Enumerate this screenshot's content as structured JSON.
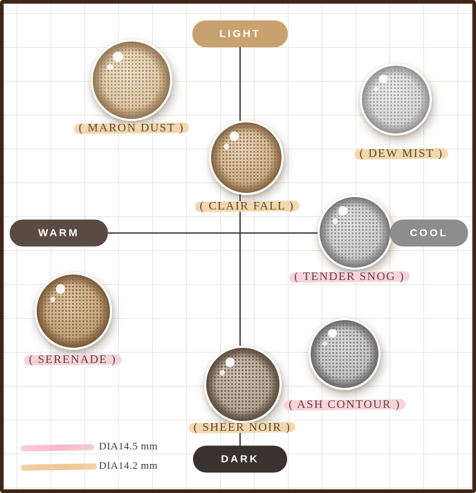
{
  "axes": {
    "light": "LIGHT",
    "dark": "DARK",
    "warm": "WARM",
    "cool": "COOL"
  },
  "colors": {
    "light_badge": "#c8a26e",
    "warm_badge": "#5a4b42",
    "cool_badge": "#8d8d8d",
    "dark_badge": "#39332f",
    "highlight_pink": "#fbd2da",
    "highlight_tan": "#f5d7ad",
    "frame": "#3e2517"
  },
  "products": [
    {
      "name": "MARON DUST",
      "label": "( MARON DUST )",
      "tone": "warm-light",
      "highlight": "tan",
      "dia_mm": "14.2"
    },
    {
      "name": "DEW MIST",
      "label": "( DEW MIST )",
      "tone": "cool-light",
      "highlight": "tan",
      "dia_mm": "14.2"
    },
    {
      "name": "CLAIR FALL",
      "label": "( CLAIR FALL )",
      "tone": "neutral-light",
      "highlight": "tan",
      "dia_mm": "14.2"
    },
    {
      "name": "TENDER SNOG",
      "label": "( TENDER SNOG )",
      "tone": "cool-neutral",
      "highlight": "pink",
      "dia_mm": "14.5"
    },
    {
      "name": "SERENADE",
      "label": "( SERENADE )",
      "tone": "warm-dark",
      "highlight": "pink",
      "dia_mm": "14.5"
    },
    {
      "name": "ASH CONTOUR",
      "label": "( ASH CONTOUR )",
      "tone": "cool-dark",
      "highlight": "pink",
      "dia_mm": "14.5"
    },
    {
      "name": "SHEER NOIR",
      "label": "( SHEER NOIR )",
      "tone": "neutral-dark",
      "highlight": "tan",
      "dia_mm": "14.2"
    }
  ],
  "legend": {
    "items": [
      {
        "swatch_color": "#f7c9d2",
        "label": "DIA14.5 mm"
      },
      {
        "swatch_color": "#f0cfa3",
        "label": "DIA14.2 mm"
      }
    ]
  }
}
